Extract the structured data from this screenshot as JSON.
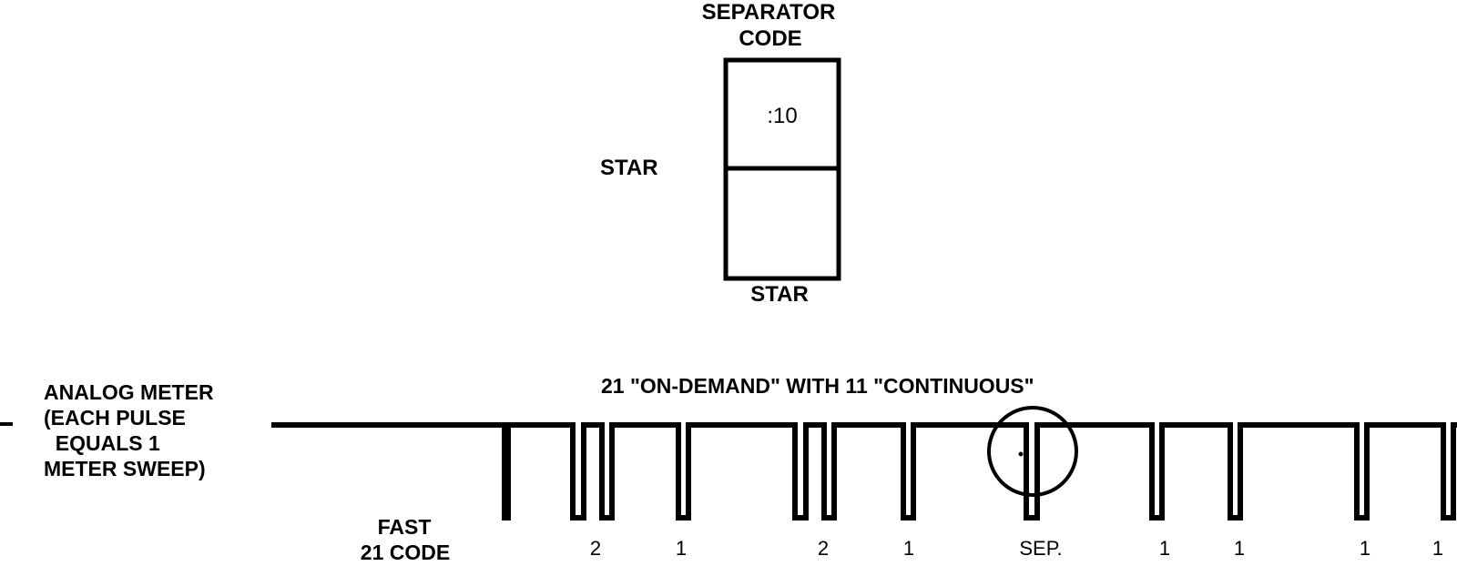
{
  "separator_title_line1": "SEPARATOR",
  "separator_title_line2": "CODE",
  "display_top_value": ":10",
  "star_left_label": "STAR",
  "star_bottom_label": "STAR",
  "waveform_title": "21 \"ON-DEMAND\" WITH 11 \"CONTINUOUS\"",
  "analog_meter_label": [
    "ANALOG METER",
    "(EACH PULSE",
    "  EQUALS 1",
    "METER SWEEP)"
  ],
  "fast_code_label": [
    "FAST",
    "21 CODE"
  ],
  "pulse_labels": [
    "2",
    "1",
    "2",
    "1",
    "SEP.",
    "1",
    "1",
    "1",
    "1"
  ]
}
